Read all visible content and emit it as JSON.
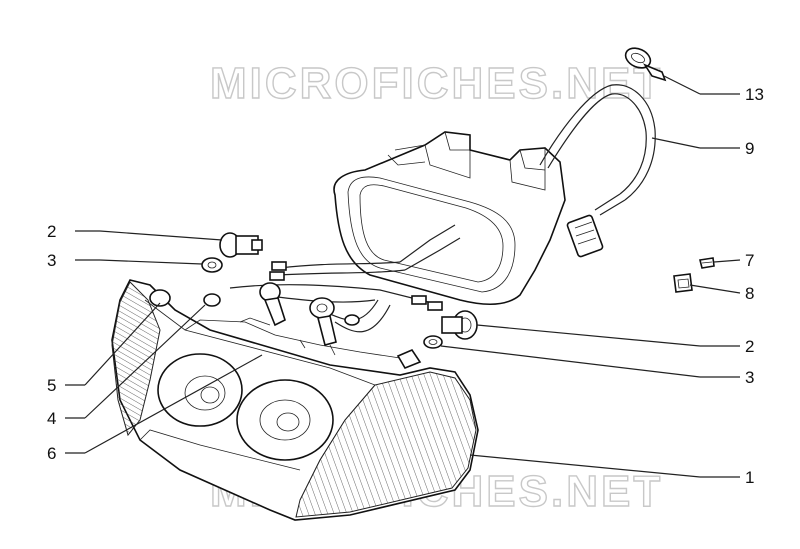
{
  "watermark": {
    "top": "MICROFICHES.NET",
    "bottom": "MICROFICHES.NET"
  },
  "callouts": {
    "c13": "13",
    "c9": "9",
    "c2_left": "2",
    "c3_left": "3",
    "c7": "7",
    "c8": "8",
    "c2_right": "2",
    "c3_right": "3",
    "c5": "5",
    "c4": "4",
    "c6": "6",
    "c1": "1"
  }
}
